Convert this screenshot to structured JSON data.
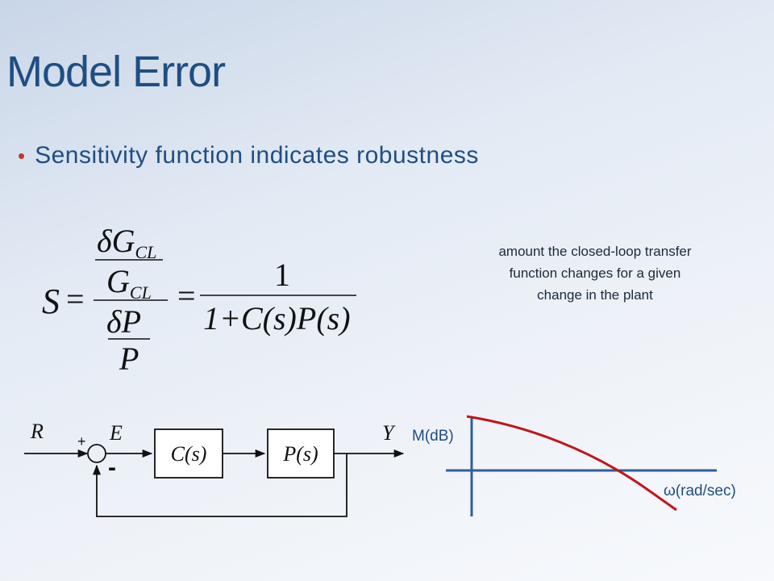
{
  "slide": {
    "title": "Model Error",
    "bullet": "Sensitivity function indicates robustness"
  },
  "equation": {
    "lhs": "S",
    "eq1": "=",
    "num_num": "δG",
    "num_num_sub": "CL",
    "num_den": "G",
    "num_den_sub": "CL",
    "den_num": "δP",
    "den_den": "P",
    "eq2": "=",
    "rhs_num": "1",
    "rhs_den": "1+C(s)P(s)"
  },
  "note": {
    "line1": "amount the closed-loop transfer",
    "line2": "function changes for a given",
    "line3": "change in the plant"
  },
  "block_diagram": {
    "input_label": "R",
    "error_label": "E",
    "output_label": "Y",
    "plus_sign": "+",
    "minus_sign": "-",
    "controller": "C(s)",
    "plant": "P(s)"
  },
  "bode": {
    "ylabel": "M(dB)",
    "xlabel": "ω(rad/sec)"
  },
  "colors": {
    "title": "#1f4e82",
    "bullet": "#c0392b",
    "axis": "#2f5f9a",
    "curve": "#c0151b"
  }
}
